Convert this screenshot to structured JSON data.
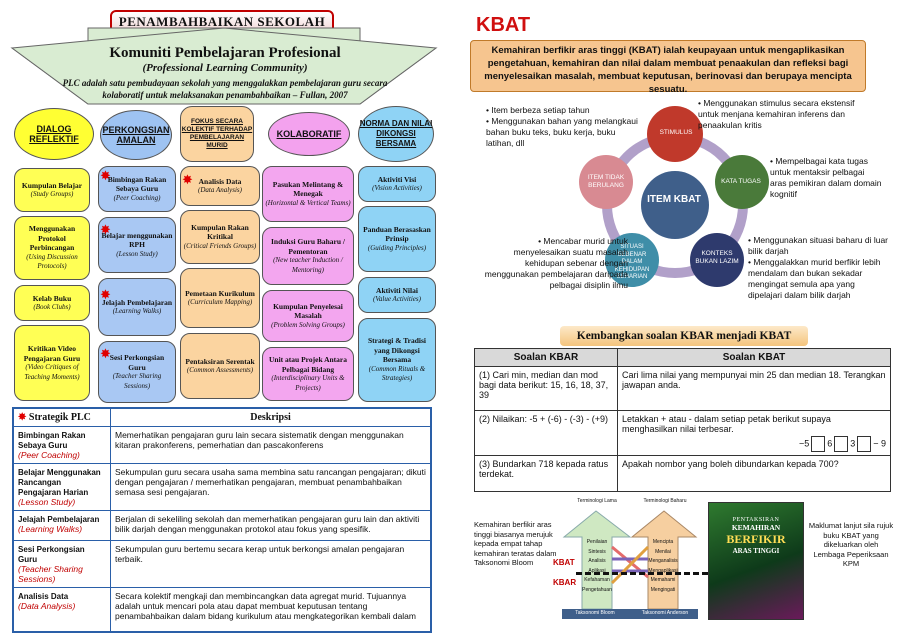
{
  "left": {
    "banner": "PENAMBAHBAIKAN SEKOLAH",
    "title": "Komuniti Pembelajaran Profesional",
    "subtitle": "(Professional Learning Community)",
    "description": "PLC adalah satu pembudayaan sekolah yang menggalakkan pembelajaran guru secara kolaboratif untuk melaksanakan penambahbaikan – Fullan, 2007",
    "columns": [
      {
        "head": "DIALOG REFLEKTIF",
        "color": "#ffff00",
        "items": [
          {
            "t": "Kumpulan Belajar",
            "e": "(Study Groups)"
          },
          {
            "t": "Menggunakan Protokol Perbincangan",
            "e": "(Using Discussion Protocols)"
          },
          {
            "t": "Kelab Buku",
            "e": "(Book Clubs)"
          },
          {
            "t": "Kritikan Video Pengajaran Guru",
            "e": "(Video Critiques of Teaching Moments)"
          }
        ]
      },
      {
        "head": "PERKONGSIAN AMALAN",
        "color": "#9ec3f2",
        "items": [
          {
            "t": "Bimbingan Rakan Sebaya Guru",
            "e": "(Peer Coaching)"
          },
          {
            "t": "Belajar menggunakan RPH",
            "e": "(Lesson Study)"
          },
          {
            "t": "Jelajah Pembelajaran",
            "e": "(Learning Walks)"
          },
          {
            "t": "Sesi Perkongsian Guru",
            "e": "(Teacher Sharing Sessions)"
          }
        ]
      },
      {
        "head": "FOKUS SECARA KOLEKTIF TERHADAP PEMBELAJARAN MURID",
        "color": "#fbd4a0",
        "items": [
          {
            "t": "Analisis Data",
            "e": "(Data Analysis)"
          },
          {
            "t": "Kumpulan Rakan Kritikal",
            "e": "(Critical Friends Groups)"
          },
          {
            "t": "Pemetaan Kurikulum",
            "e": "(Curriculum Mapping)"
          },
          {
            "t": "Pentaksiran Serentak",
            "e": "(Common Assessments)"
          }
        ]
      },
      {
        "head": "KOLABORATIF",
        "color": "#f3a2ee",
        "items": [
          {
            "t": "Pasukan Melintang & Menegak",
            "e": "(Horizontal & Vertical Teams)"
          },
          {
            "t": "Induksi Guru Baharu / Pementoran",
            "e": "(New teacher Induction / Mentoring)"
          },
          {
            "t": "Kumpulan Penyelesai Masalah",
            "e": "(Problem Solving Groups)"
          },
          {
            "t": "Unit atau Projek Antara Pelbagai Bidang",
            "e": "(Interdisciplinary Units & Projects)"
          }
        ]
      },
      {
        "head": "NORMA DAN NILAI DIKONGSI BERSAMA",
        "color": "#8fd3f5",
        "items": [
          {
            "t": "Aktiviti Visi",
            "e": "(Vision Activities)"
          },
          {
            "t": "Panduan Berasaskan Prinsip",
            "e": "(Guiding Principles)"
          },
          {
            "t": "Aktiviti Nilai",
            "e": "(Value Activities)"
          },
          {
            "t": "Strategi & Tradisi yang Dikongsi Bersama",
            "e": "(Common Rituals & Strategies)"
          }
        ]
      }
    ],
    "table": {
      "col1": "Strategik PLC",
      "col2": "Deskripsi",
      "rows": [
        {
          "name": "Bimbingan Rakan Sebaya Guru",
          "en": "(Peer Coaching)",
          "desc": "Memerhatikan pengajaran guru lain secara sistematik dengan menggunakan kitaran prakonferens, pemerhatian dan pascakonferens"
        },
        {
          "name": "Belajar Menggunakan Rancangan Pengajaran Harian",
          "en": "(Lesson Study)",
          "desc": "Sekumpulan guru secara usaha sama membina satu rancangan pengajaran; dikuti dengan pengajaran / memerhatikan pengajaran, membuat penambahbaikan semasa sesi pengajaran."
        },
        {
          "name": "Jelajah Pembelajaran",
          "en": "(Learning Walks)",
          "desc": "Berjalan di sekeliling sekolah dan memerhatikan pengajaran guru lain dan aktiviti bilik darjah dengan menggunakan protokol atau fokus yang spesifik."
        },
        {
          "name": "Sesi Perkongsian Guru",
          "en": "(Teacher Sharing Sessions)",
          "desc": "Sekumpulan guru bertemu secara kerap untuk berkongsi amalan pengajaran terbaik."
        },
        {
          "name": "Analisis Data",
          "en": "(Data Analysis)",
          "desc": "Secara kolektif mengkaji dan membincangkan data agregat murid. Tujuannya adalah untuk mencari pola atau dapat membuat keputusan tentang penambahbaikan dalam bidang kurikulum atau mengkategorikan kembali dalam"
        }
      ]
    }
  },
  "right": {
    "title": "KBAT",
    "definition": "Kemahiran berfikir aras tinggi (KBAT) ialah keupayaan untuk mengaplikasikan pengetahuan, kemahiran dan nilai dalam membuat penaakulan dan refleksi bagi menyelesaikan masalah, membuat keputusan, berinovasi dan berupaya mencipta sesuatu.",
    "cycle": {
      "center": "ITEM KBAT",
      "nodes": [
        "STIMULUS",
        "KATA TUGAS",
        "KONTEKS BUKAN LAZIM",
        "SITUASI SEBENAR DALAM KEHIDUPAN SEHARIAN",
        "ITEM TIDAK BERULANG"
      ]
    },
    "notes": {
      "n1a": "Item berbeza setiap tahun",
      "n1b": "Menggunakan bahan yang melangkaui bahan buku teks, buku kerja, buku latihan, dll",
      "n2": "Menggunakan stimulus secara ekstensif untuk menjana kemahiran inferens dan penaakulan kritis",
      "n3": "Mempelbagai kata tugas untuk mentaksir pelbagai aras pemikiran dalam domain kognitif",
      "n4a": "Menggunakan situasi baharu di luar bilik darjah",
      "n4b": "Menggalakkan murid berfikir lebih mendalam dan bukan sekadar mengingat semula apa yang dipelajari dalam bilik darjah",
      "n5": "Mencabar murid untuk menyelesaikan suatu masalah kehidupan sebenar dengan menggunakan pembelajaran daripada pelbagai disiplin ilmu"
    },
    "convert_title": "Kembangkan soalan KBAR menjadi KBAT",
    "q_head1": "Soalan KBAR",
    "q_head2": "Soalan KBAT",
    "questions": [
      {
        "kbar": "(1) Cari min, median dan mod bagi data berikut: 15, 16, 18, 37, 39",
        "kbat": "Cari lima nilai yang mempunyai min 25 dan median 18. Terangkan jawapan anda."
      },
      {
        "kbar": "(2) Nilaikan: -5 + (-6) - (-3) - (+9)",
        "kbat": "Letakkan + atau - dalam setiap petak berikut supaya menghasilkan nilai terbesar.",
        "expr": [
          "−5",
          "6",
          "3",
          "− 9"
        ]
      },
      {
        "kbar": "(3) Bundarkan 718 kepada ratus terdekat.",
        "kbat": "Apakah nombor yang boleh dibundarkan kepada 700?"
      }
    ],
    "bloom_note": "Kemahiran berfikir aras tinggi biasanya merujuk kepada empat tahap kemahiran teratas dalam Taksonomi Bloom",
    "pyramid": {
      "head_left": "Terminologi Lama",
      "head_right": "Terminologi Baharu",
      "left": [
        "Penilaian",
        "Sintesis",
        "Analisis",
        "Aplikasi",
        "Kefahaman",
        "Pengetahuan"
      ],
      "right": [
        "Mencipta",
        "Menilai",
        "Menganalisis",
        "Mengaplikasi",
        "Memahami",
        "Mengingati"
      ],
      "foot_left": "Taksonomi Bloom",
      "foot_right": "Taksonomi Anderson",
      "kbat_label": "KBAT",
      "kbar_label": "KBAR"
    },
    "book": {
      "line1": "PENTAKSIRAN",
      "line2": "KEMAHIRAN",
      "line3": "BERFIKIR",
      "line4": "ARAS TINGGI"
    },
    "info_note": "Maklumat lanjut sila rujuk buku KBAT yang dikeluarkan oleh Lembaga Peperiksaan KPM"
  }
}
